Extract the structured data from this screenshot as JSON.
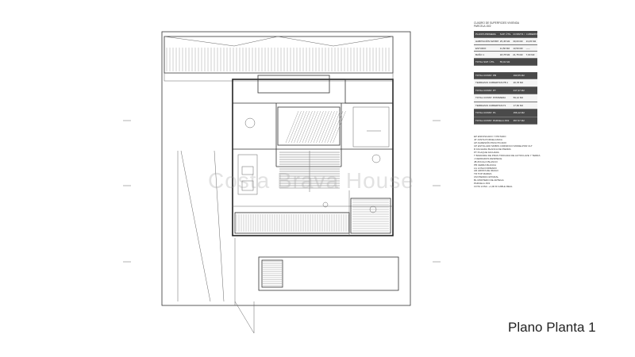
{
  "title": "Plano Planta 1",
  "watermark": "Costa Brava House",
  "legend": {
    "heading_1": "CUADRO DE SUPERFICIES VIVIENDA",
    "heading_2": "PARCELA 15/2",
    "table1": {
      "headers": [
        "PLANTA PRIMERA",
        "SUP. ÚTIL M2",
        "CONSTR. M2",
        "CUBIERTA M2"
      ],
      "rows": [
        [
          "HABITACIÓN MATRIMONIO",
          "25,45 M2",
          "30,00 M2",
          "13,45 M2"
        ],
        [
          "ESTUDIO",
          "11,50 M2",
          "13,50 M2",
          "-----"
        ],
        [
          "BAÑO 1",
          "18,78 M2",
          "21,75 M2",
          "7,00 M2"
        ],
        [
          "TOTAL SUP. ÚTIL",
          "55,91 M2",
          "",
          ""
        ]
      ]
    },
    "table2": {
      "rows": [
        [
          "TOTAL CONST. PB",
          "190,55 M2"
        ],
        [
          "TERRAZAS CUBIERTAS PB 1",
          "26,78 M2"
        ],
        [
          "TOTAL CONST. PT",
          "217,37 M2"
        ],
        [
          "TOTAL CONST. P.PRIMERA",
          "59,12 M2"
        ],
        [
          "TERRAZAS CUBIERTAS P1",
          "17,60 M2"
        ],
        [
          "TOTAL CONST. P1",
          "156,12 M2"
        ],
        [
          "TOTAL CONST. PARCELA 15/2",
          "357,57 M2"
        ]
      ]
    },
    "notes": [
      "EP   ENFOSCADO Y PINTADO",
      "JP   JUNTA PORCELANICA",
      "AP   AGRESIÓN PRACTICADO",
      "CP   ESTOLADO MOBIS CORNIFICO MODELPOR CLT",
      "R    FACHADA BLANCA DE PIEDRA",
      "PT   PLAQUE FACHADA",
      "T    BARANDA DE PRAS TROCADA DE AUTOCLAVE Y TERRA",
      "J    CERRADOS DESPIECE",
      "JB   ZOCALO BLANCO",
      "PB   CERRA BLANCA",
      "LG   LOSA FORMADO",
      "AR   ARISTA DE IRAGO",
      "TR   TOP MARES",
      "CM   PIEDRA NATURAL",
      "BL   MORTERO DE ARTEGA",
      "PARCELA 15/2",
      "COTA LOSA: +1,00 M CABLE REAL"
    ]
  }
}
